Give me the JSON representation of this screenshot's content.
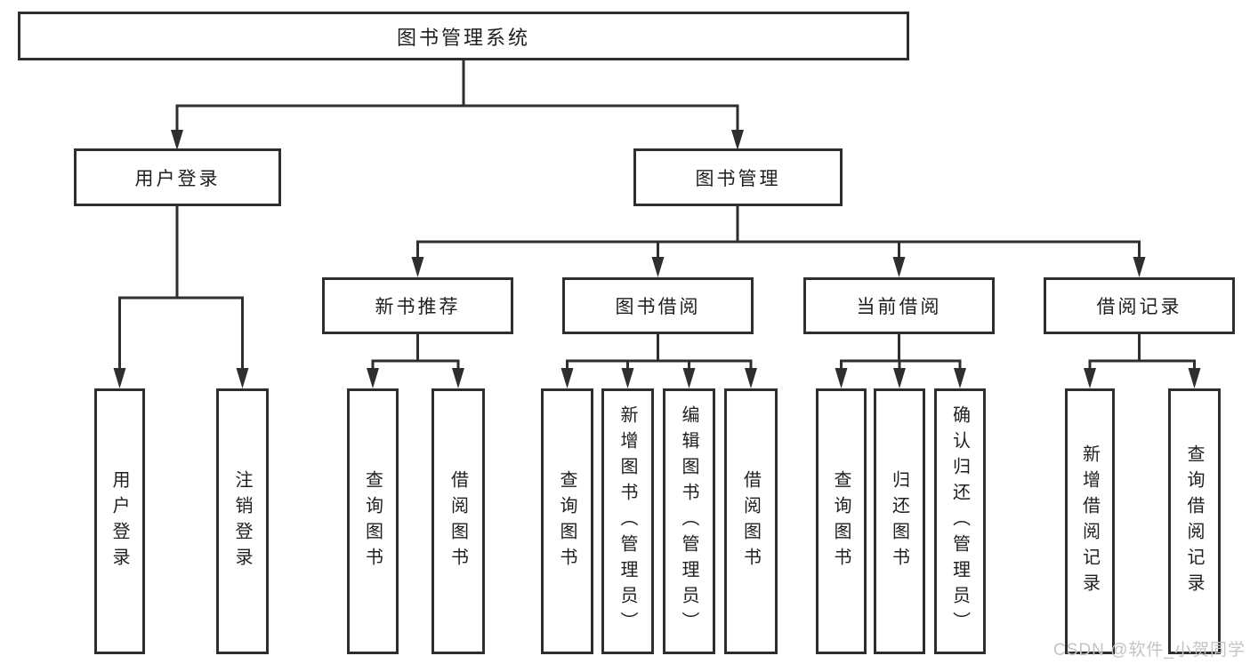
{
  "diagram": {
    "colors": {
      "line": "#2e2e2e",
      "box_border": "#2e2e2e",
      "text": "#1f1f1f",
      "background": "#ffffff"
    },
    "root": {
      "label": "图书管理系统"
    },
    "user_login": {
      "label": "用户登录",
      "children": [
        {
          "label": "用户登录"
        },
        {
          "label": "注销登录"
        }
      ]
    },
    "book_mgmt": {
      "label": "图书管理",
      "sections": [
        {
          "label": "新书推荐",
          "children": [
            {
              "label": "查询图书"
            },
            {
              "label": "借阅图书"
            }
          ]
        },
        {
          "label": "图书借阅",
          "children": [
            {
              "label": "查询图书"
            },
            {
              "label": "新增图书（管理员）"
            },
            {
              "label": "编辑图书（管理员）"
            },
            {
              "label": "借阅图书"
            }
          ]
        },
        {
          "label": "当前借阅",
          "children": [
            {
              "label": "查询图书"
            },
            {
              "label": "归还图书"
            },
            {
              "label": "确认归还（管理员）"
            }
          ]
        },
        {
          "label": "借阅记录",
          "children": [
            {
              "label": "新增借阅记录"
            },
            {
              "label": "查询借阅记录"
            }
          ]
        }
      ]
    }
  },
  "watermark": {
    "text": "CSDN @软件_小贺同学",
    "color": "#c4c4c4"
  }
}
